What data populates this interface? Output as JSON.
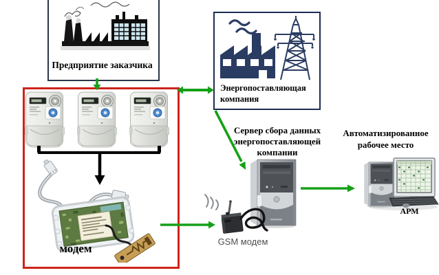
{
  "diagram_title": "",
  "colors": {
    "arrow_green": "#16a018",
    "frame_red": "#cc241c",
    "icon_navy": "#2b3c63",
    "text_black": "#000000",
    "gsm_label_gray": "#4f4f4f"
  },
  "customer": {
    "label": "Предприятие заказчика"
  },
  "energy": {
    "line1": "Энергопоставляющая",
    "line2": "компания"
  },
  "server": {
    "line1": "Сервер сбора данных",
    "line2": "энергопоставляющей",
    "line3": "компании"
  },
  "workstation": {
    "line1": "Автоматизированное",
    "line2": "рабочее место",
    "caption": "АРМ"
  },
  "modem": {
    "label": "модем"
  },
  "gsm": {
    "label": "GSM модем"
  },
  "icons": [
    "factory-sketch-icon",
    "power-company-icon",
    "electric-meter-icon",
    "modem-device-icon",
    "gsm-modem-device-icon",
    "signal-waves-icon",
    "server-tower-icon",
    "workstation-computer-icon"
  ]
}
